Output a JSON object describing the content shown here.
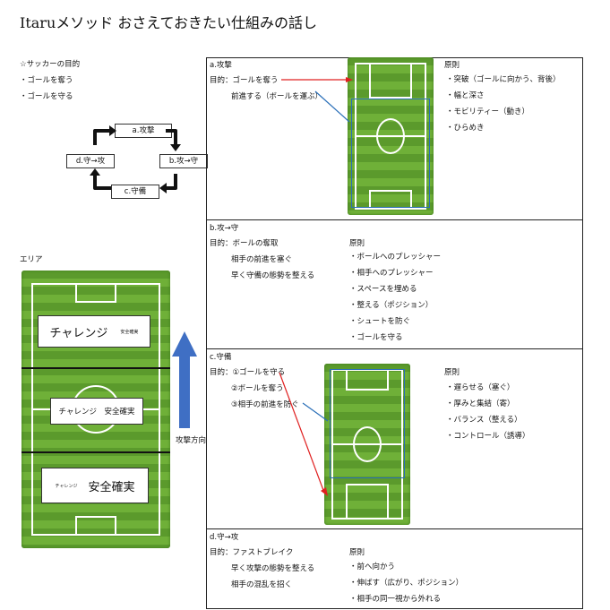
{
  "title": "Itaruメソッド おさえておきたい仕組みの話し",
  "purpose": {
    "heading": "☆サッカーの目的",
    "items": [
      "・ゴールを奪う",
      "・ゴールを守る"
    ]
  },
  "cycle": {
    "a": "a.攻撃",
    "b": "b.攻→守",
    "c": "c.守備",
    "d": "d.守→攻"
  },
  "area": {
    "heading": "エリア",
    "top_big": "チャレンジ",
    "top_small": "安全確実",
    "mid": "チャレンジ　安全確実",
    "bottom_small": "チャレンジ",
    "bottom_big": "安全確実",
    "direction": "攻撃方向"
  },
  "sections": {
    "a": {
      "title": "a.攻撃",
      "purpose1": "目的：ゴールを奪う",
      "purpose2": "前進する（ボールを運ぶ）",
      "principle_head": "原則",
      "principles": [
        "・突破（ゴールに向かう、背後）",
        "・幅と深さ",
        "・モビリティー（動き）",
        "・ひらめき"
      ]
    },
    "b": {
      "title": "b.攻→守",
      "purpose1": "目的：ボールの奪取",
      "purpose2": "相手の前進を塞ぐ",
      "purpose3": "早く守備の態勢を整える",
      "principle_head": "原則",
      "principles": [
        "・ボールへのプレッシャー",
        "・相手へのプレッシャー",
        "・スペースを埋める",
        "・整える（ポジション）",
        "・シュートを防ぐ",
        "・ゴールを守る"
      ]
    },
    "c": {
      "title": "c.守備",
      "purpose1": "目的：①ゴールを守る",
      "purpose2": "②ボールを奪う",
      "purpose3": "③相手の前進を防ぐ",
      "principle_head": "原則",
      "principles": [
        "・遅らせる（塞ぐ）",
        "・厚みと集結（寄）",
        "・バランス（整える）",
        "・コントロール（誘導）"
      ]
    },
    "d": {
      "title": "d.守→攻",
      "purpose1": "目的：ファストブレイク",
      "purpose2": "早く攻撃の態勢を整える",
      "purpose3": "相手の混乱を招く",
      "principle_head": "原則",
      "principles": [
        "・前へ向かう",
        "・伸ばす（広がり、ポジション）",
        "・相手の同一視から外れる"
      ]
    }
  },
  "colors": {
    "grass_dark": "#5b9a2c",
    "grass_light": "#6fb038",
    "arrow_blue": "#3f6fc4",
    "line_red": "#e02020",
    "line_blue": "#2a6fb8"
  }
}
